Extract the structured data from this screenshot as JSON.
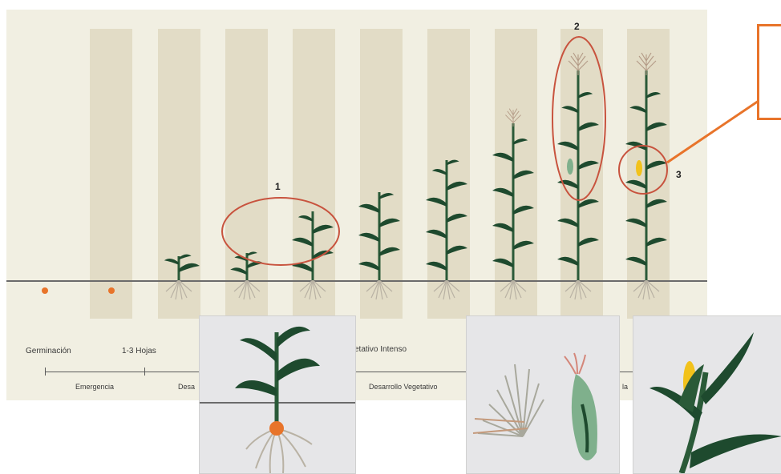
{
  "stage_labels": {
    "germination": "Germinación",
    "leaves": "1-3 Hojas",
    "veg_intense": "etativo Intenso"
  },
  "phase_labels": {
    "emergence": "Emergencia",
    "dev_partial": "Desa",
    "veg_dev": "Desarrollo Vegetativo",
    "right_fragment": "la"
  },
  "annotations": {
    "n1": "1",
    "n2": "2",
    "n3": "3"
  },
  "colors": {
    "leaf": "#1e4a2e",
    "stem": "#2a5a38",
    "highlight": "#c8533e",
    "callout": "#e8742a",
    "seed": "#e8742a",
    "cob": "#f2c21b"
  }
}
